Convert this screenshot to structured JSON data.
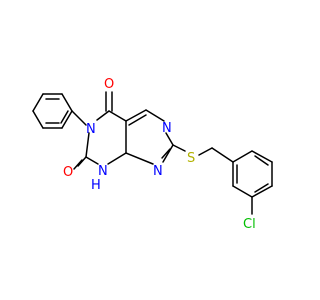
{
  "colors": {
    "carbon": "#000000",
    "nitrogen": "#0000ff",
    "oxygen": "#ff0000",
    "sulfur": "#b2b200",
    "chlorine": "#00bf00",
    "background": "#ffffff"
  },
  "atoms": {
    "o_top": "O",
    "o_bottom": "O",
    "n_imide": "N",
    "n_pyrimidine_top": "N",
    "n_pyrimidine_bottom": "N",
    "nh_label": "N",
    "nh_h": "H",
    "sulfur": "S",
    "chlorine": "Cl"
  }
}
